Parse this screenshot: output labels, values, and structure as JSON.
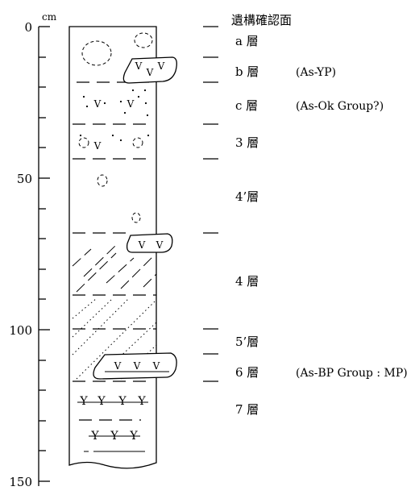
{
  "axis": {
    "unit": "cm",
    "ticks": [
      {
        "value": 0,
        "label": "0"
      },
      {
        "value": 50,
        "label": "50"
      },
      {
        "value": 100,
        "label": "100"
      },
      {
        "value": 150,
        "label": "150"
      }
    ]
  },
  "top_label": "遺構確認面",
  "layers": [
    {
      "name": "a 層",
      "tephra": ""
    },
    {
      "name": "b 層",
      "tephra": "(As-YP)"
    },
    {
      "name": "c 層",
      "tephra": "(As-Ok Group?)"
    },
    {
      "name": "3 層",
      "tephra": ""
    },
    {
      "name": "4’層",
      "tephra": ""
    },
    {
      "name": "4 層",
      "tephra": ""
    },
    {
      "name": "5’層",
      "tephra": ""
    },
    {
      "name": "6 層",
      "tephra": "(As-BP Group : MP)"
    },
    {
      "name": "7 層",
      "tephra": ""
    }
  ]
}
